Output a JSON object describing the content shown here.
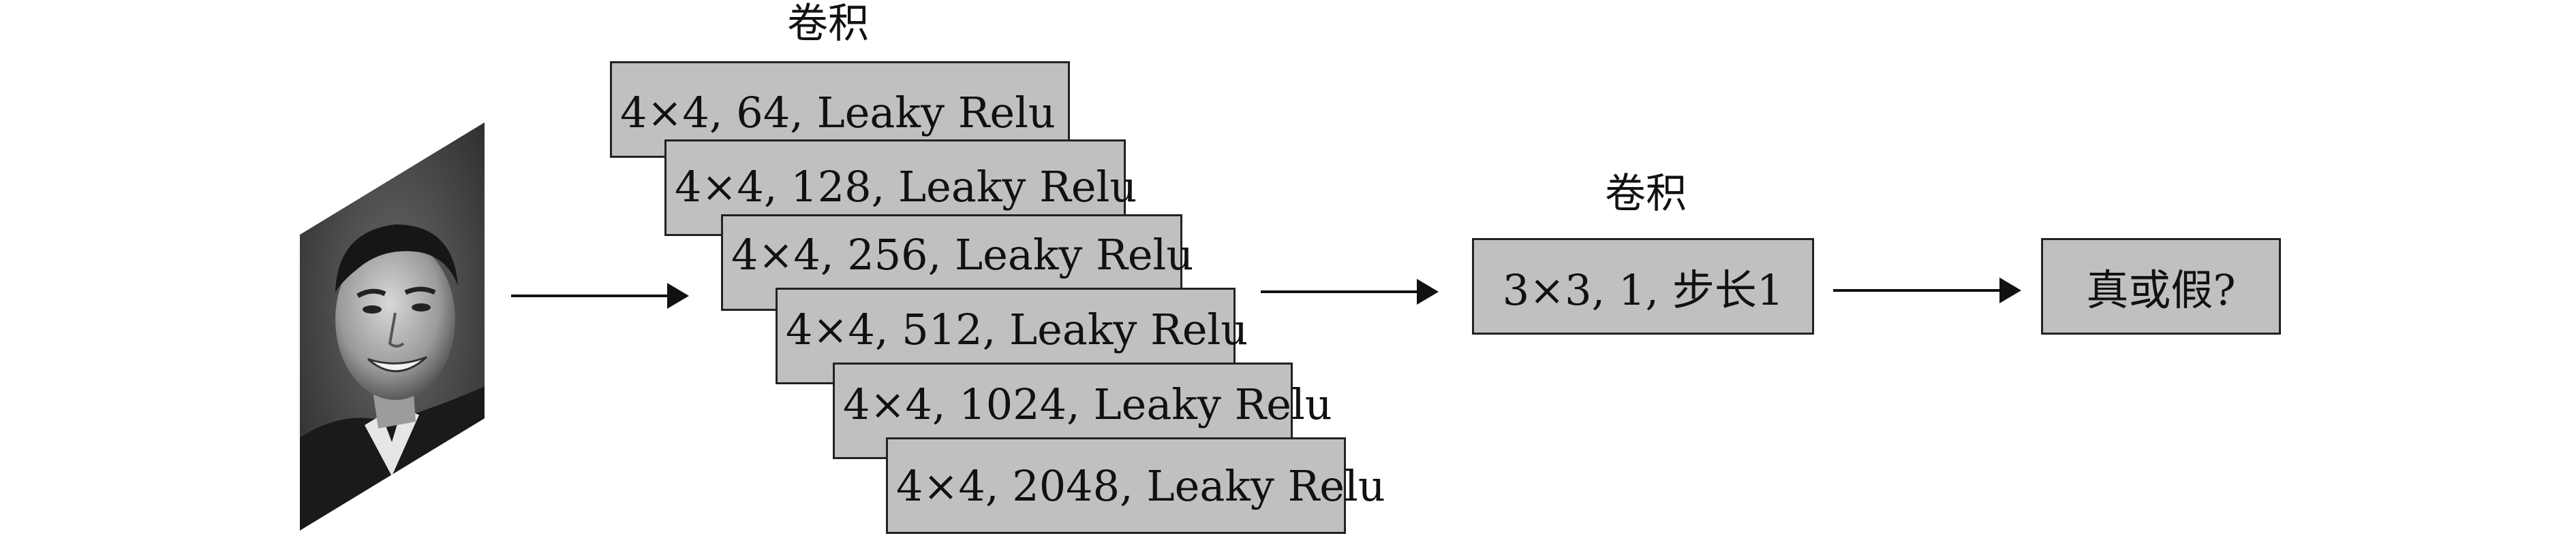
{
  "input": {
    "image": "face-photo-grayscale"
  },
  "conv_stack": {
    "label": "卷积",
    "layers": [
      "4×4, 64, Leaky Relu",
      "4×4, 128, Leaky Relu",
      "4×4, 256, Leaky Relu",
      "4×4, 512, Leaky Relu",
      "4×4, 1024, Leaky Relu",
      "4×4, 2048, Leaky Relu"
    ]
  },
  "final_conv": {
    "label": "卷积",
    "text": "3×3, 1, 步长1"
  },
  "output": {
    "text": "真或假?"
  },
  "colors": {
    "box_fill": "#c0c0c0",
    "border": "#222222",
    "arrow": "#111111"
  }
}
